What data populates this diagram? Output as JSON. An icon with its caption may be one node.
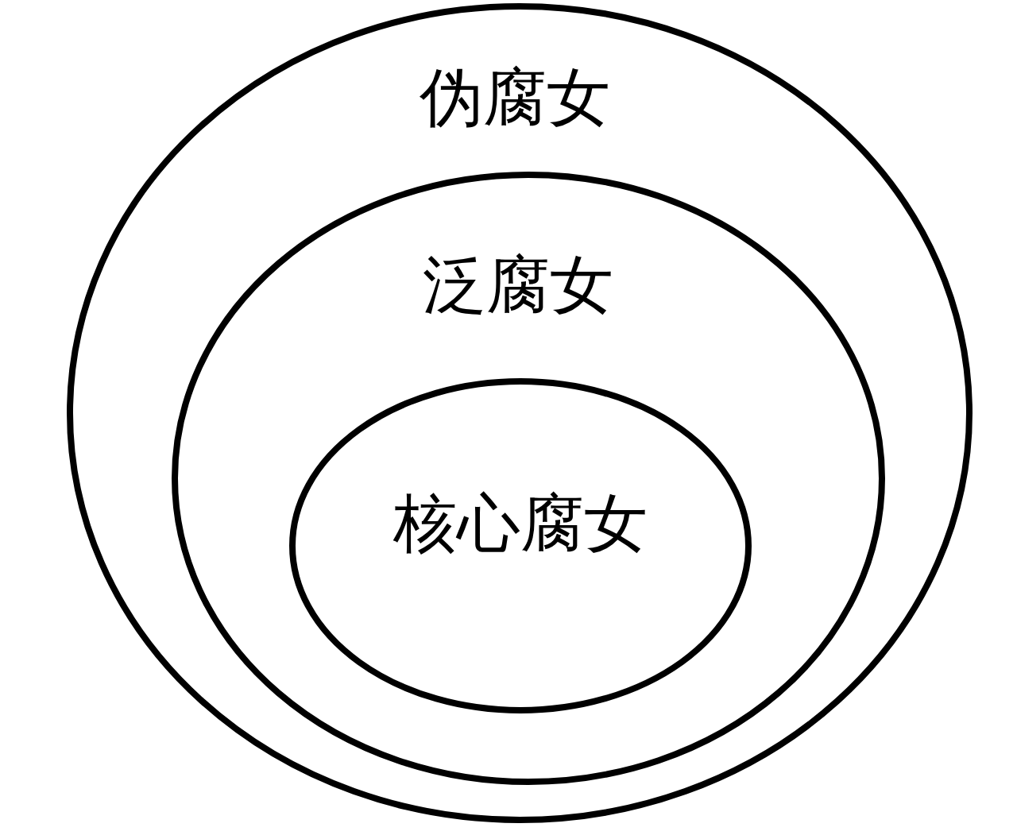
{
  "diagram": {
    "nodes": [
      {
        "text": [
          "伪腐女"
        ]
      },
      {
        "text": [
          "泛腐女"
        ],
        "in": 0
      },
      {
        "text": [
          "核心腐女"
        ],
        "in": 1
      }
    ]
  }
}
